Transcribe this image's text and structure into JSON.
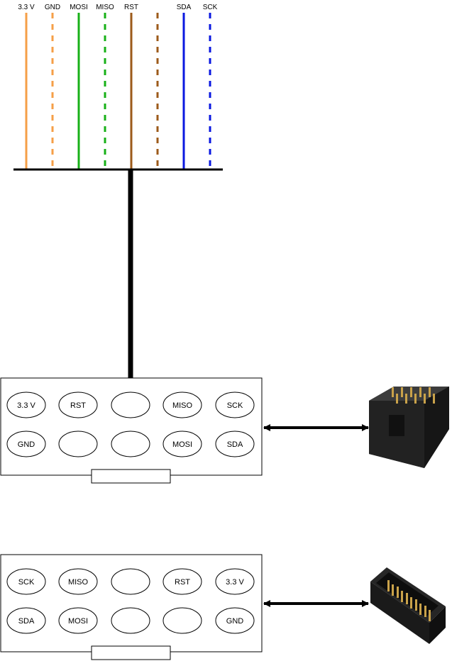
{
  "wires": [
    {
      "label": "3.3 V",
      "color": "#f59f47",
      "style": "solid"
    },
    {
      "label": "GND",
      "color": "#f59f47",
      "style": "dashed"
    },
    {
      "label": "MOSI",
      "color": "#17b017",
      "style": "solid"
    },
    {
      "label": "MISO",
      "color": "#17b017",
      "style": "dashed"
    },
    {
      "label": "RST",
      "color": "#9c5a1a",
      "style": "solid"
    },
    {
      "label": "",
      "color": "#9c5a1a",
      "style": "dashed"
    },
    {
      "label": "SDA",
      "color": "#0a18e0",
      "style": "solid"
    },
    {
      "label": "SCK",
      "color": "#0a18e0",
      "style": "dashed"
    }
  ],
  "connectors": [
    {
      "name": "connector-1",
      "pins_top": [
        "3.3 V",
        "RST",
        "",
        "MISO",
        "SCK"
      ],
      "pins_bottom": [
        "GND",
        "",
        "",
        "MOSI",
        "SDA"
      ]
    },
    {
      "name": "connector-2",
      "pins_top": [
        "SCK",
        "MISO",
        "",
        "RST",
        "3.3 V"
      ],
      "pins_bottom": [
        "SDA",
        "MOSI",
        "",
        "",
        "GND"
      ]
    }
  ],
  "colors": {
    "line": "#000000",
    "header_body": "#1e1e1e",
    "header_pin": "#c9a24a"
  }
}
